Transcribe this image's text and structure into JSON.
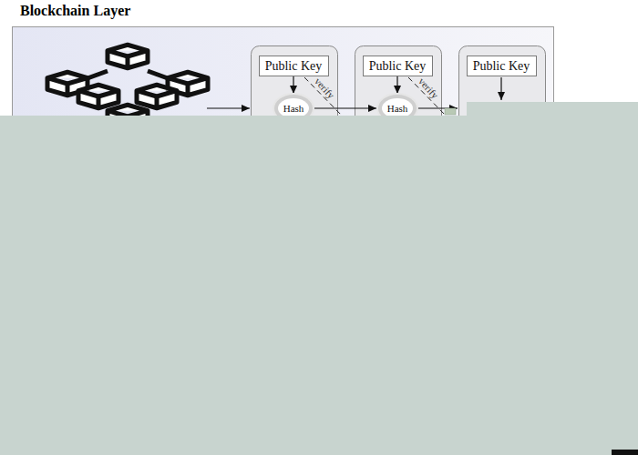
{
  "diagram": {
    "title": "Blockchain Layer",
    "nodes": [
      {
        "text": [
          "Public Key"
        ]
      },
      {
        "text": [
          "Hash"
        ]
      },
      {
        "text": [
          "Public Key"
        ]
      },
      {
        "text": [
          "Hash"
        ]
      },
      {
        "text": [
          "Public Key"
        ]
      }
    ],
    "edges": [
      {
        "from": 0,
        "to": 1,
        "arrow": "to"
      },
      {
        "from": 2,
        "to": 3,
        "arrow": "to"
      },
      {
        "from": 1,
        "to": 3,
        "arrow": "to"
      }
    ],
    "labels": [
      "verify",
      "verify"
    ]
  }
}
